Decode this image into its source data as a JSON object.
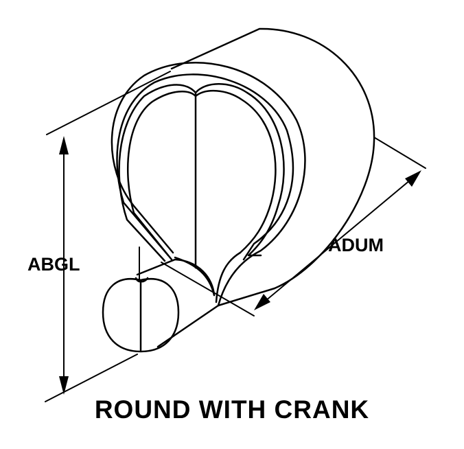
{
  "labels": {
    "height_dimension": "ABGL",
    "diameter_dimension": "ADUM"
  },
  "caption": "ROUND WITH CRANK"
}
